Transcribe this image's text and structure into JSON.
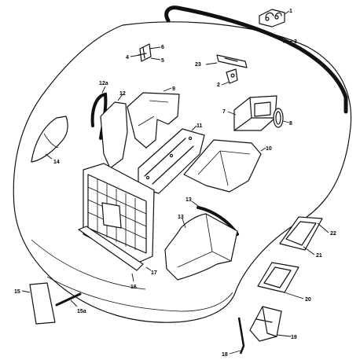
{
  "diagram": {
    "colors": {
      "line": "#111111",
      "background": "#ffffff"
    },
    "callouts": [
      {
        "id": "c1",
        "label": "1"
      },
      {
        "id": "c2",
        "label": "2"
      },
      {
        "id": "c3",
        "label": "3"
      },
      {
        "id": "c4",
        "label": "4"
      },
      {
        "id": "c5",
        "label": "5"
      },
      {
        "id": "c6",
        "label": "6"
      },
      {
        "id": "c7",
        "label": "7"
      },
      {
        "id": "c8",
        "label": "8"
      },
      {
        "id": "c9",
        "label": "9"
      },
      {
        "id": "c10",
        "label": "10"
      },
      {
        "id": "c11",
        "label": "11"
      },
      {
        "id": "c12",
        "label": "12"
      },
      {
        "id": "c12a",
        "label": "12a"
      },
      {
        "id": "c13a",
        "label": "13"
      },
      {
        "id": "c13b",
        "label": "13"
      },
      {
        "id": "c14",
        "label": "14"
      },
      {
        "id": "c15",
        "label": "15"
      },
      {
        "id": "c15a",
        "label": "15a"
      },
      {
        "id": "c16",
        "label": "16"
      },
      {
        "id": "c17",
        "label": "17"
      },
      {
        "id": "c18",
        "label": "18"
      },
      {
        "id": "c19",
        "label": "19"
      },
      {
        "id": "c20",
        "label": "20"
      },
      {
        "id": "c21",
        "label": "21"
      },
      {
        "id": "c22",
        "label": "22"
      },
      {
        "id": "c23",
        "label": "23"
      }
    ]
  }
}
